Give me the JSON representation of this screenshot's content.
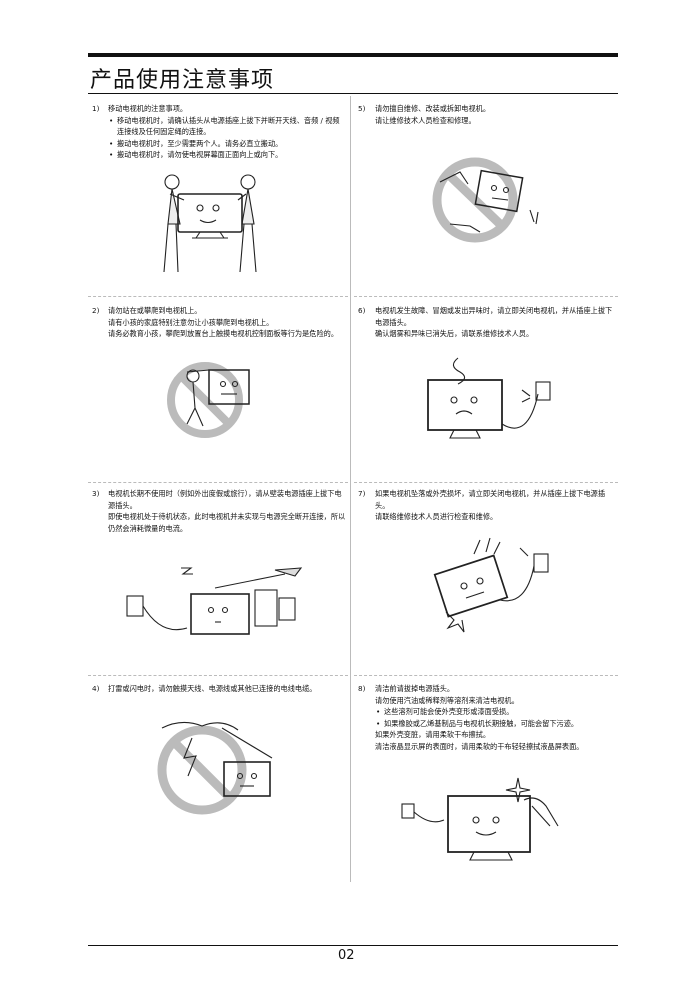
{
  "title": "产品使用注意事项",
  "page_number": "02",
  "sections": [
    {
      "num": "1)",
      "heading": "移动电视机的注意事项。",
      "bullets": [
        "移动电视机时，请确认插头从电源插座上拔下并断开天线、音频 / 视频连接线及任何固定绳的连接。",
        "搬动电视机时，至少需要两个人。请务必直立搬动。",
        "搬动电视机时，请勿使电视屏幕面正面向上或向下。"
      ]
    },
    {
      "num": "5)",
      "heading": "请勿擅自维修、改装或拆卸电视机。",
      "paras": [
        "请让维修技术人员检查和修理。"
      ]
    },
    {
      "num": "2)",
      "heading": "请勿站在或攀爬到电视机上。",
      "paras": [
        "请有小孩的家庭特别注意勿让小孩攀爬到电视机上。",
        "请务必教育小孩，攀爬到放置台上触摸电视机控制面板等行为是危险的。"
      ]
    },
    {
      "num": "6)",
      "heading": "电视机发生故障、冒烟或发出异味时，请立即关闭电视机，并从插座上拔下电源插头。",
      "paras": [
        "确认烟雾和异味已消失后，请联系维修技术人员。"
      ]
    },
    {
      "num": "3)",
      "heading": "电视机长期不使用时（例如外出度假或旅行），请从壁装电源插座上拔下电源插头。",
      "paras": [
        "即使电视机处于待机状态，此时电视机并未实现与电源完全断开连接，所以仍然会消耗微量的电流。"
      ]
    },
    {
      "num": "7)",
      "heading": "如果电视机坠落或外壳损坏，请立即关闭电视机，并从插座上拔下电源插头。",
      "paras": [
        "请联络维修技术人员进行检查和维修。"
      ]
    },
    {
      "num": "4)",
      "heading": "打雷或闪电时，请勿触摸天线、电源线或其他已连接的电线电缆。"
    },
    {
      "num": "8)",
      "heading": "清洁前请拔掉电源插头。",
      "paras": [
        "请勿使用汽油或稀释剂等溶剂来清洁电视机。"
      ],
      "bullets": [
        "这些溶剂可能会使外壳变形或漆面受损。",
        "如果橡胶或乙烯基制品与电视机长期接触，可能会留下污迹。"
      ],
      "paras2": [
        "如果外壳变脏，请用柔软干布擦拭。",
        "清洁液晶显示屏的表面时，请用柔软的干布轻轻擦拭液晶屏表面。"
      ]
    }
  ]
}
